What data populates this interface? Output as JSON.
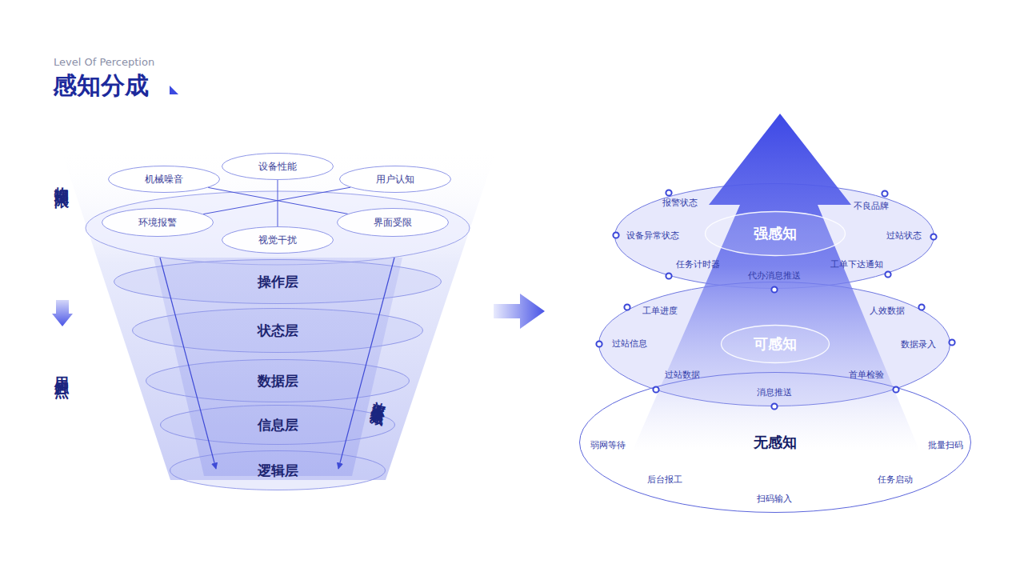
{
  "diagram": {
    "title": "感知分成",
    "nodes": [
      {
        "text": [
          "设备性能"
        ]
      },
      {
        "text": [
          "机械噪音"
        ]
      },
      {
        "text": [
          "用户认知"
        ]
      },
      {
        "text": [
          "环境报警"
        ]
      },
      {
        "text": [
          "界面受限"
        ]
      },
      {
        "text": [
          "视觉干扰"
        ]
      },
      {
        "text": [
          "操作层"
        ]
      },
      {
        "text": [
          "状态层"
        ]
      },
      {
        "text": [
          "数据层"
        ]
      },
      {
        "text": [
          "信息层"
        ]
      },
      {
        "text": [
          "逻辑层"
        ]
      },
      {
        "text": [
          "报警状态",
          "不良品牌",
          "设备异常状态",
          "过站状态",
          "任务计时器",
          "工单下达通知",
          "代办消息推送"
        ]
      },
      {
        "text": [
          "强感知"
        ],
        "in": 11
      },
      {
        "text": [
          "工单进度",
          "人效数据",
          "过站信息",
          "数据录入",
          "过站数据",
          "首单检验",
          "消息推送"
        ]
      },
      {
        "text": [
          "可感知"
        ],
        "in": 13
      },
      {
        "text": [
          "无感知",
          "弱网等待",
          "批量扫码",
          "后台报工",
          "任务启动",
          "扫码输入"
        ]
      }
    ],
    "edges": [
      {
        "from": 1,
        "to": 4,
        "arrow": "none"
      },
      {
        "from": 2,
        "to": 3,
        "arrow": "none"
      },
      {
        "from": 0,
        "to": 5,
        "arrow": "none"
      }
    ],
    "labels": [
      "Level Of Perception",
      "物理局限",
      "用户触点",
      "效率逐级递减"
    ]
  }
}
